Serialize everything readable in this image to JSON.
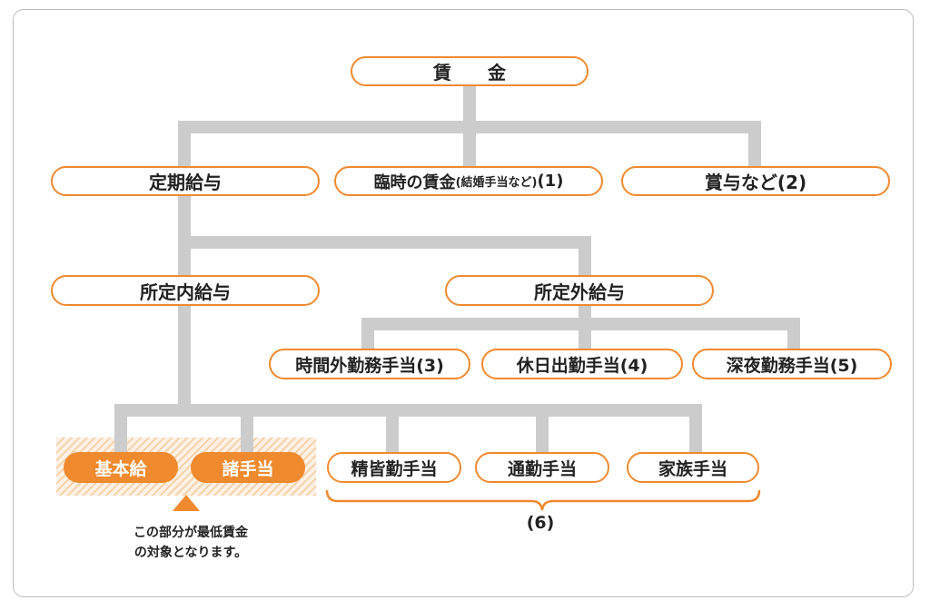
{
  "diagram": {
    "root": "賃　　金",
    "level1": {
      "teiki": "定期給与",
      "rinji_main": "臨時の賃金",
      "rinji_paren": "(結婚手当など)",
      "rinji_num": "(1)",
      "shoyo": "賞与など(2)"
    },
    "level2": {
      "shoteinai": "所定内給与",
      "shoteigai": "所定外給与"
    },
    "overtime": {
      "jikangai": "時間外勤務手当(3)",
      "kyujitsu": "休日出勤手当(4)",
      "shinya": "深夜勤務手当(5)"
    },
    "leaves": {
      "kihonkyu": "基本給",
      "shoteate": "諸手当",
      "seikai": "精皆勤手当",
      "tsukin": "通勤手当",
      "kazoku": "家族手当"
    },
    "brace_label": "(6)",
    "note_line1": "この部分が最低賃金",
    "note_line2": "の対象となります。",
    "colors": {
      "accent": "#ef8a2e",
      "connector": "#cccccc",
      "hatch": "#f5c89a"
    }
  }
}
